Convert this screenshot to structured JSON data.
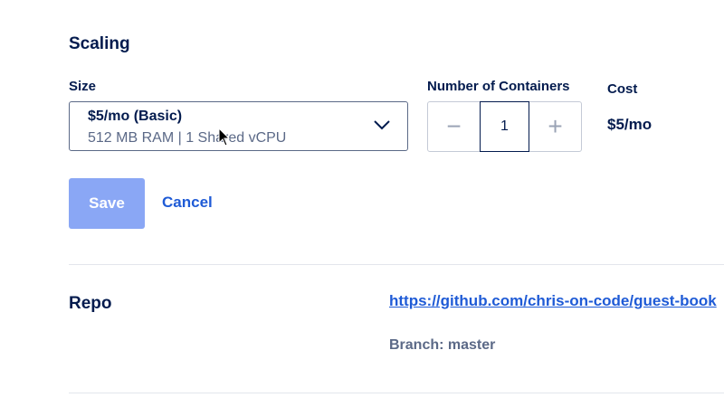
{
  "scaling": {
    "title": "Scaling",
    "size_label": "Size",
    "size_select": {
      "plan": "$5/mo (Basic)",
      "specs": "512 MB RAM | 1 Shared vCPU"
    },
    "containers_label": "Number of Containers",
    "containers_value": "1",
    "decrement_symbol": "−",
    "increment_symbol": "+",
    "cost_label": "Cost",
    "cost_value": "$5/mo",
    "save_label": "Save",
    "cancel_label": "Cancel"
  },
  "repo": {
    "label": "Repo",
    "url": "https://github.com/chris-on-code/guest-book",
    "branch": "Branch: master"
  },
  "colors": {
    "primary_text": "#031b4e",
    "secondary_text": "#5b6987",
    "link": "#1f5bd6",
    "save_button_disabled": "#8aa7f5"
  },
  "icons": {
    "dropdown": "chevron-down-icon",
    "pointer": "cursor-icon"
  }
}
